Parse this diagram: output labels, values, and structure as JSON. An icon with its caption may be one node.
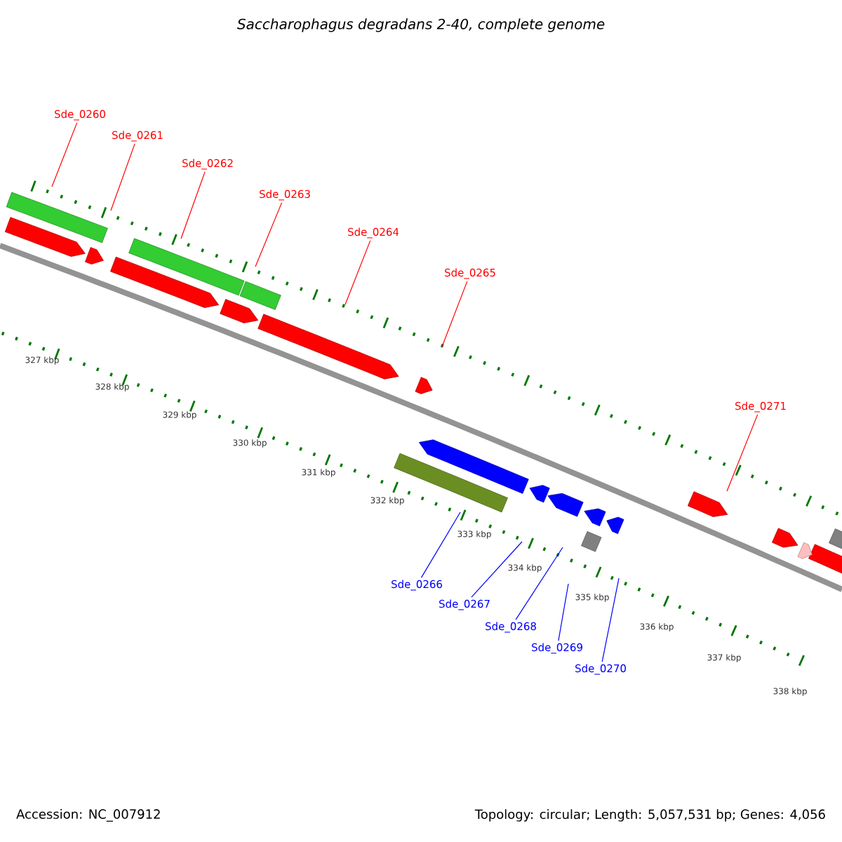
{
  "diagram": {
    "title": "Saccharophagus degradans 2-40, complete genome",
    "nodes": [
      {
        "text": [
          "Sde_0260"
        ]
      },
      {
        "text": [
          "Sde_0261"
        ]
      },
      {
        "text": [
          "Sde_0262"
        ]
      },
      {
        "text": [
          "Sde_0263"
        ]
      },
      {
        "text": [
          "Sde_0264"
        ]
      },
      {
        "text": [
          "Sde_0265"
        ]
      },
      {
        "text": [
          "Sde_0271"
        ]
      },
      {
        "text": [
          "Sde_0266"
        ]
      },
      {
        "text": [
          "Sde_0267"
        ]
      },
      {
        "text": [
          "Sde_0268"
        ]
      },
      {
        "text": [
          "Sde_0269"
        ]
      },
      {
        "text": [
          "Sde_0270"
        ]
      }
    ],
    "edges": [
      {
        "from": 0,
        "to": null,
        "arrow": "none",
        "color": "#ff0000"
      },
      {
        "from": 1,
        "to": null,
        "arrow": "none",
        "color": "#ff0000"
      },
      {
        "from": 2,
        "to": null,
        "arrow": "none",
        "color": "#ff0000"
      },
      {
        "from": 3,
        "to": null,
        "arrow": "none",
        "color": "#ff0000"
      },
      {
        "from": 4,
        "to": null,
        "arrow": "none",
        "color": "#ff0000"
      },
      {
        "from": 5,
        "to": null,
        "arrow": "none",
        "color": "#ff0000"
      },
      {
        "from": 6,
        "to": null,
        "arrow": "none",
        "color": "#ff0000"
      },
      {
        "from": 7,
        "to": null,
        "arrow": "none",
        "color": "#0000ff"
      },
      {
        "from": 8,
        "to": null,
        "arrow": "none",
        "color": "#0000ff"
      },
      {
        "from": 9,
        "to": null,
        "arrow": "none",
        "color": "#0000ff"
      },
      {
        "from": 10,
        "to": null,
        "arrow": "none",
        "color": "#0000ff"
      },
      {
        "from": 11,
        "to": null,
        "arrow": "none",
        "color": "#0000ff"
      }
    ],
    "labels": [
      "327 kbp",
      "328 kbp",
      "329 kbp",
      "330 kbp",
      "331 kbp",
      "332 kbp",
      "333 kbp",
      "334 kbp",
      "335 kbp",
      "336 kbp",
      "337 kbp",
      "338 kbp",
      "Accession: NC_007912",
      "Topology: circular; Length: 5,057,531 bp; Genes: 4,056"
    ]
  }
}
